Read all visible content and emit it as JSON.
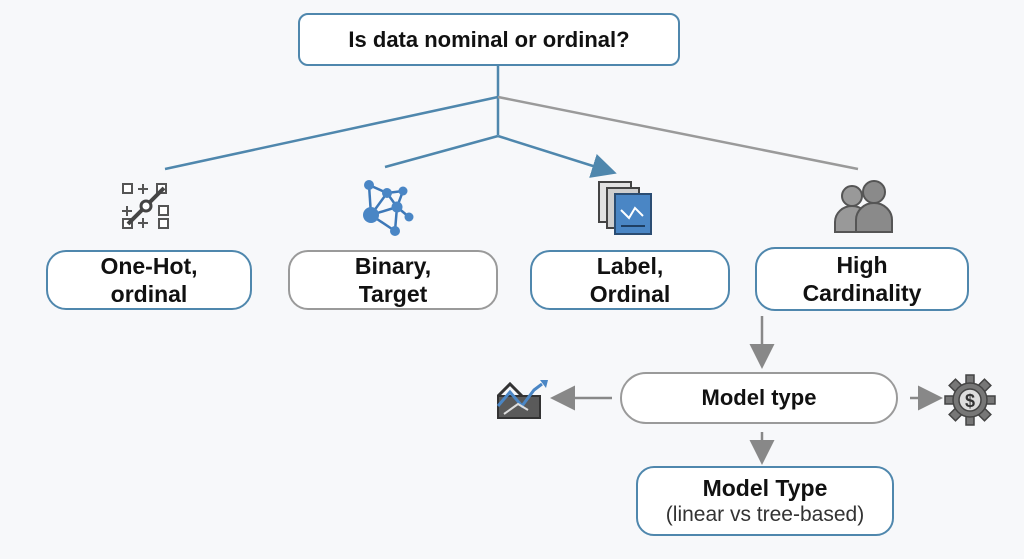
{
  "root": {
    "label": "Is data nominal or ordinal?"
  },
  "categories": [
    {
      "line1": "One-Hot,",
      "line2": "ordinal",
      "icon": "grid-nodes-icon"
    },
    {
      "line1": "Binary,",
      "line2": "Target",
      "icon": "network-icon"
    },
    {
      "line1": "Label,",
      "line2": "Ordinal",
      "icon": "stacked-documents-icon"
    },
    {
      "line1": "High",
      "line2": "Cardinality",
      "icon": "people-icon"
    }
  ],
  "model_type": {
    "label": "Model type",
    "left_icon": "trend-chart-icon",
    "right_icon": "gear-dollar-icon"
  },
  "model_type_detail": {
    "title": "Model Type",
    "subtitle": "(linear vs tree-based)"
  },
  "colors": {
    "blue": "#4f87ad",
    "grey": "#9a9a9a",
    "icon_blue": "#4a86c5",
    "icon_grey": "#666666"
  }
}
